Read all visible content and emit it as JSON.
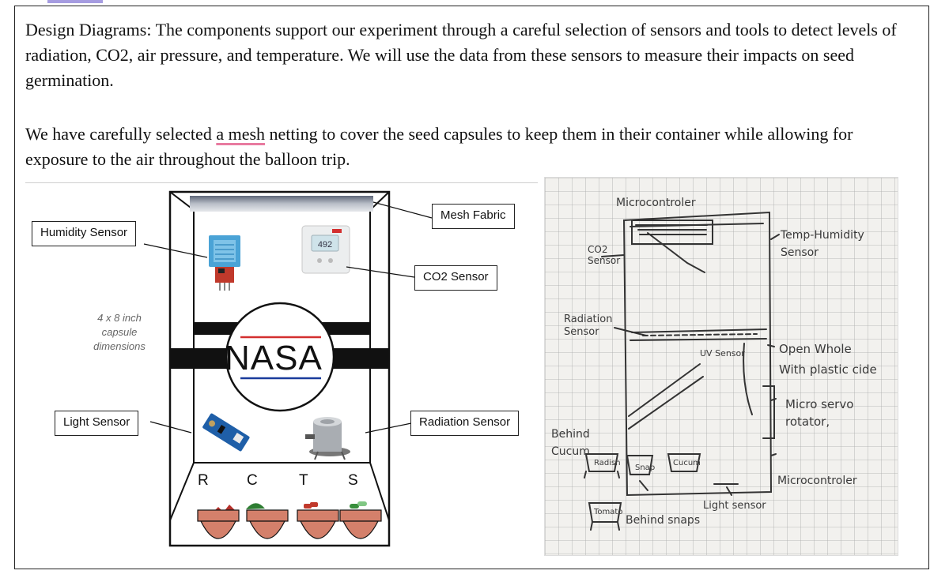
{
  "intro": {
    "paragraph1": "Design Diagrams: The components support our experiment through a careful selection of sensors and tools to detect levels of radiation, CO2, air pressure, and temperature. We will use the data from these sensors to measure their impacts on seed germination.",
    "paragraph2_before": "We have carefully selected ",
    "paragraph2_highlight": "a mesh",
    "paragraph2_after": " netting to cover the seed capsules to keep them in their container while allowing for exposure to the air throughout the balloon trip."
  },
  "diagram": {
    "labels": {
      "humidity": "Humidity Sensor",
      "mesh": "Mesh Fabric",
      "co2": "CO2 Sensor",
      "light": "Light Sensor",
      "radiation": "Radiation Sensor"
    },
    "dimensions_note": "4 x 8 inch\ncapsule\ndimensions",
    "logo_text": "NASA",
    "co2_display": "492",
    "plants": [
      "R",
      "C",
      "T",
      "S"
    ],
    "colors": {
      "pot": "#d4806b",
      "radish": "#b5302a",
      "cucumber": "#2e7d32",
      "tomato": "#c0392b",
      "snap": "#388e3c",
      "nasa_red": "#d32f2f",
      "nasa_blue": "#1a3c9c"
    }
  },
  "sketch": {
    "labels": {
      "microcontroller_top": "Microcontroler",
      "co2": "CO2\nSensor",
      "temp_humidity": "Temp-Humidity\nSensor",
      "radiation": "Radiation\nSensor",
      "uv": "UV Sensor",
      "open_hole": "Open Whole\nWith plastic cide",
      "servo": "Micro servo\nrotator,",
      "behind_cucum": "Behind\nCucum",
      "radish": "Radish",
      "snap": "Snap",
      "cucum": "Cucum",
      "tomato": "Tomato",
      "behind_snaps": "Behind snaps",
      "light_sensor": "Light sensor",
      "microcontroller_bottom": "Microcontroler"
    }
  }
}
